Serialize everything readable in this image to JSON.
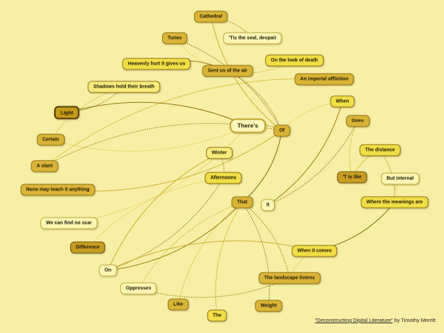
{
  "nodes": {
    "cathedral": "Cathedral",
    "tis_seal": "'Tis the seal, despair",
    "tunes": "Tunes",
    "heavenly": "Heavenly hurt it gives us",
    "look_death": "On the look of death",
    "sent_us": "Sent us of the air",
    "imperial": "An imperial affliction",
    "shadows": "Shadows hold their breath",
    "when": "When",
    "light": "Light",
    "theres": "There's",
    "of": "Of",
    "goes": "Goes",
    "certain": "Certain",
    "winter": "Winter",
    "distance": "The distance",
    "slant": "A slant",
    "tis_like": "'T is like",
    "internal": "But internal",
    "afternoons": "Afternoons",
    "none_may": "None may teach it anything",
    "that": "That",
    "it": "It",
    "meanings": "Where the meanings are",
    "no_scar": "We can find no scar",
    "difference": "Difference",
    "when_comes": "When it comes",
    "on": "On",
    "landscape": "The landscape listens",
    "oppresses": "Oppresses",
    "like": "Like",
    "weight": "Weight",
    "the": "The"
  },
  "credit": {
    "title": "“Deconstructing Digital Literature”",
    "author": " by Timothy Merritt"
  },
  "colors": {
    "background": "#f8efa6",
    "yellow": "#f1dd45",
    "gold": "#d9b437",
    "dark_gold": "#c89d22",
    "pale": "#fbf5b4",
    "line": "#9a8418"
  }
}
